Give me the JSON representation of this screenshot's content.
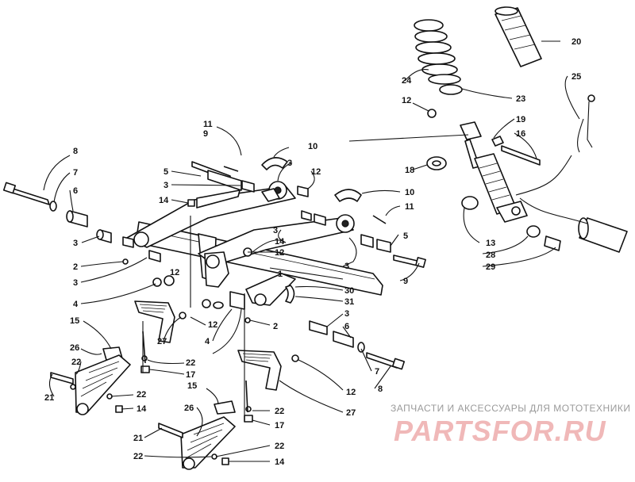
{
  "callouts": [
    "1",
    "2",
    "2",
    "3",
    "3",
    "3",
    "3",
    "3",
    "3",
    "3",
    "4",
    "4",
    "5",
    "5",
    "6",
    "6",
    "7",
    "7",
    "8",
    "8",
    "9",
    "9",
    "10",
    "10",
    "11",
    "11",
    "12",
    "12",
    "12",
    "12",
    "12",
    "12",
    "13",
    "14",
    "14",
    "14",
    "14",
    "15",
    "15",
    "16",
    "17",
    "17",
    "18",
    "19",
    "20",
    "21",
    "21",
    "22",
    "22",
    "22",
    "22",
    "22",
    "22",
    "23",
    "24",
    "25",
    "26",
    "26",
    "27",
    "27",
    "28",
    "29",
    "30",
    "31"
  ],
  "watermark": {
    "caption": "ЗАПЧАСТИ И АКСЕССУАРЫ ДЛЯ МОТОТЕХНИКИ",
    "logo": "PARTSFOR.RU"
  }
}
